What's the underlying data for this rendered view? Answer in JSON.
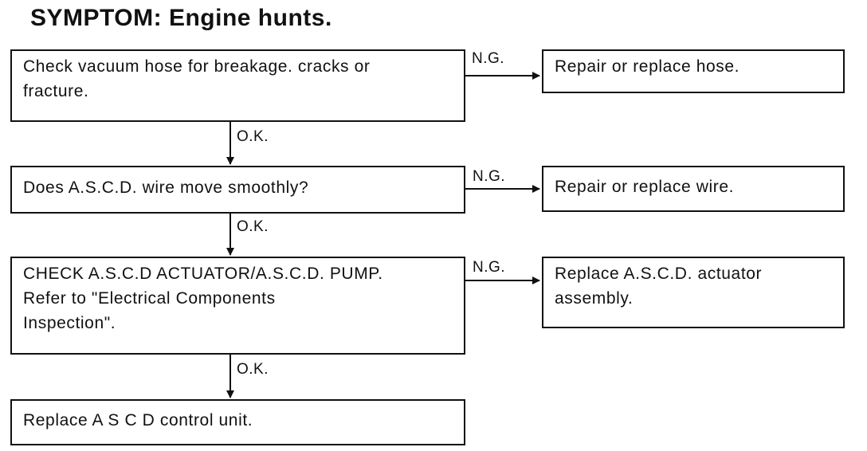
{
  "title": "SYMPTOM: Engine hunts.",
  "steps": [
    {
      "check_lines": [
        "Check vacuum hose for breakage. cracks or",
        "fracture."
      ],
      "ng_label": "N.G.",
      "ng_action_lines": [
        "Repair or replace hose."
      ],
      "ok_label": "O.K."
    },
    {
      "check_lines": [
        "Does A.S.C.D. wire move smoothly?"
      ],
      "ng_label": "N.G.",
      "ng_action_lines": [
        "Repair or replace wire."
      ],
      "ok_label": "O.K."
    },
    {
      "check_lines": [
        "CHECK A.S.C.D  ACTUATOR/A.S.C.D. PUMP.",
        "Refer to \"Electrical Components",
        "Inspection\"."
      ],
      "ng_label": "N.G.",
      "ng_action_lines": [
        "Replace A.S.C.D. actuator",
        "assembly."
      ],
      "ok_label": "O.K."
    }
  ],
  "final_action_lines": [
    "Replace A S C D  control unit."
  ]
}
